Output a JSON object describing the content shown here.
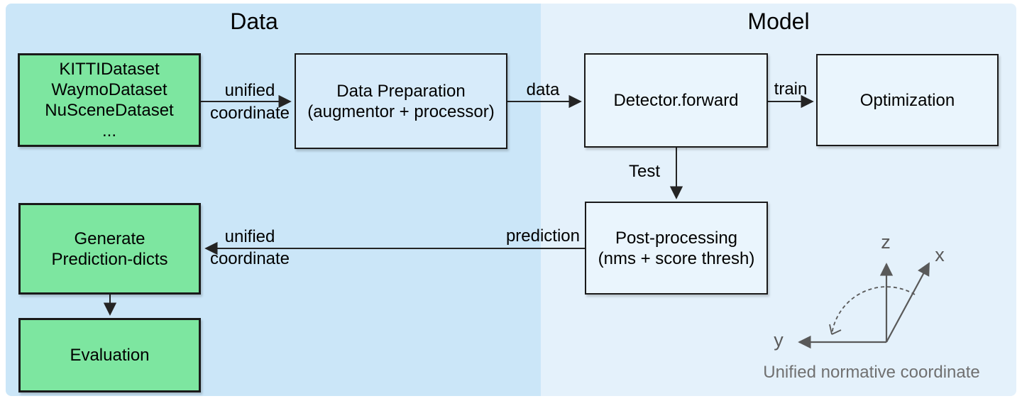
{
  "titles": {
    "data": "Data",
    "model": "Model"
  },
  "boxes": {
    "datasets": {
      "lines": [
        "KITTIDataset",
        "WaymoDataset",
        "NuSceneDataset",
        "..."
      ]
    },
    "data_preparation": {
      "lines": [
        "Data Preparation",
        "(augmentor + processor)"
      ]
    },
    "detector": {
      "label": "Detector.forward"
    },
    "optimization": {
      "label": "Optimization"
    },
    "post_processing": {
      "lines": [
        "Post-processing",
        "(nms + score thresh)"
      ]
    },
    "generate": {
      "lines": [
        "Generate",
        "Prediction-dicts"
      ]
    },
    "evaluation": {
      "label": "Evaluation"
    }
  },
  "edge_labels": {
    "unified_1": "unified",
    "coordinate_1": "coordinate",
    "data": "data",
    "train": "train",
    "test": "Test",
    "prediction": "prediction",
    "unified_2": "unified",
    "coordinate_2": "coordinate"
  },
  "axes": {
    "z": "z",
    "x": "x",
    "y": "y",
    "caption": "Unified normative coordinate"
  },
  "colors": {
    "panel_data_bg": "#cbe6f8",
    "panel_model_bg": "#e4f1fb",
    "green_box_fill": "#7de6a0",
    "left_box_fill": "#d7ebfa",
    "right_box_fill": "#eaf5fd",
    "box_border": "#1a1a1a",
    "arrow": "#242424",
    "axes_gray": "#595959",
    "caption_gray": "#707070"
  }
}
